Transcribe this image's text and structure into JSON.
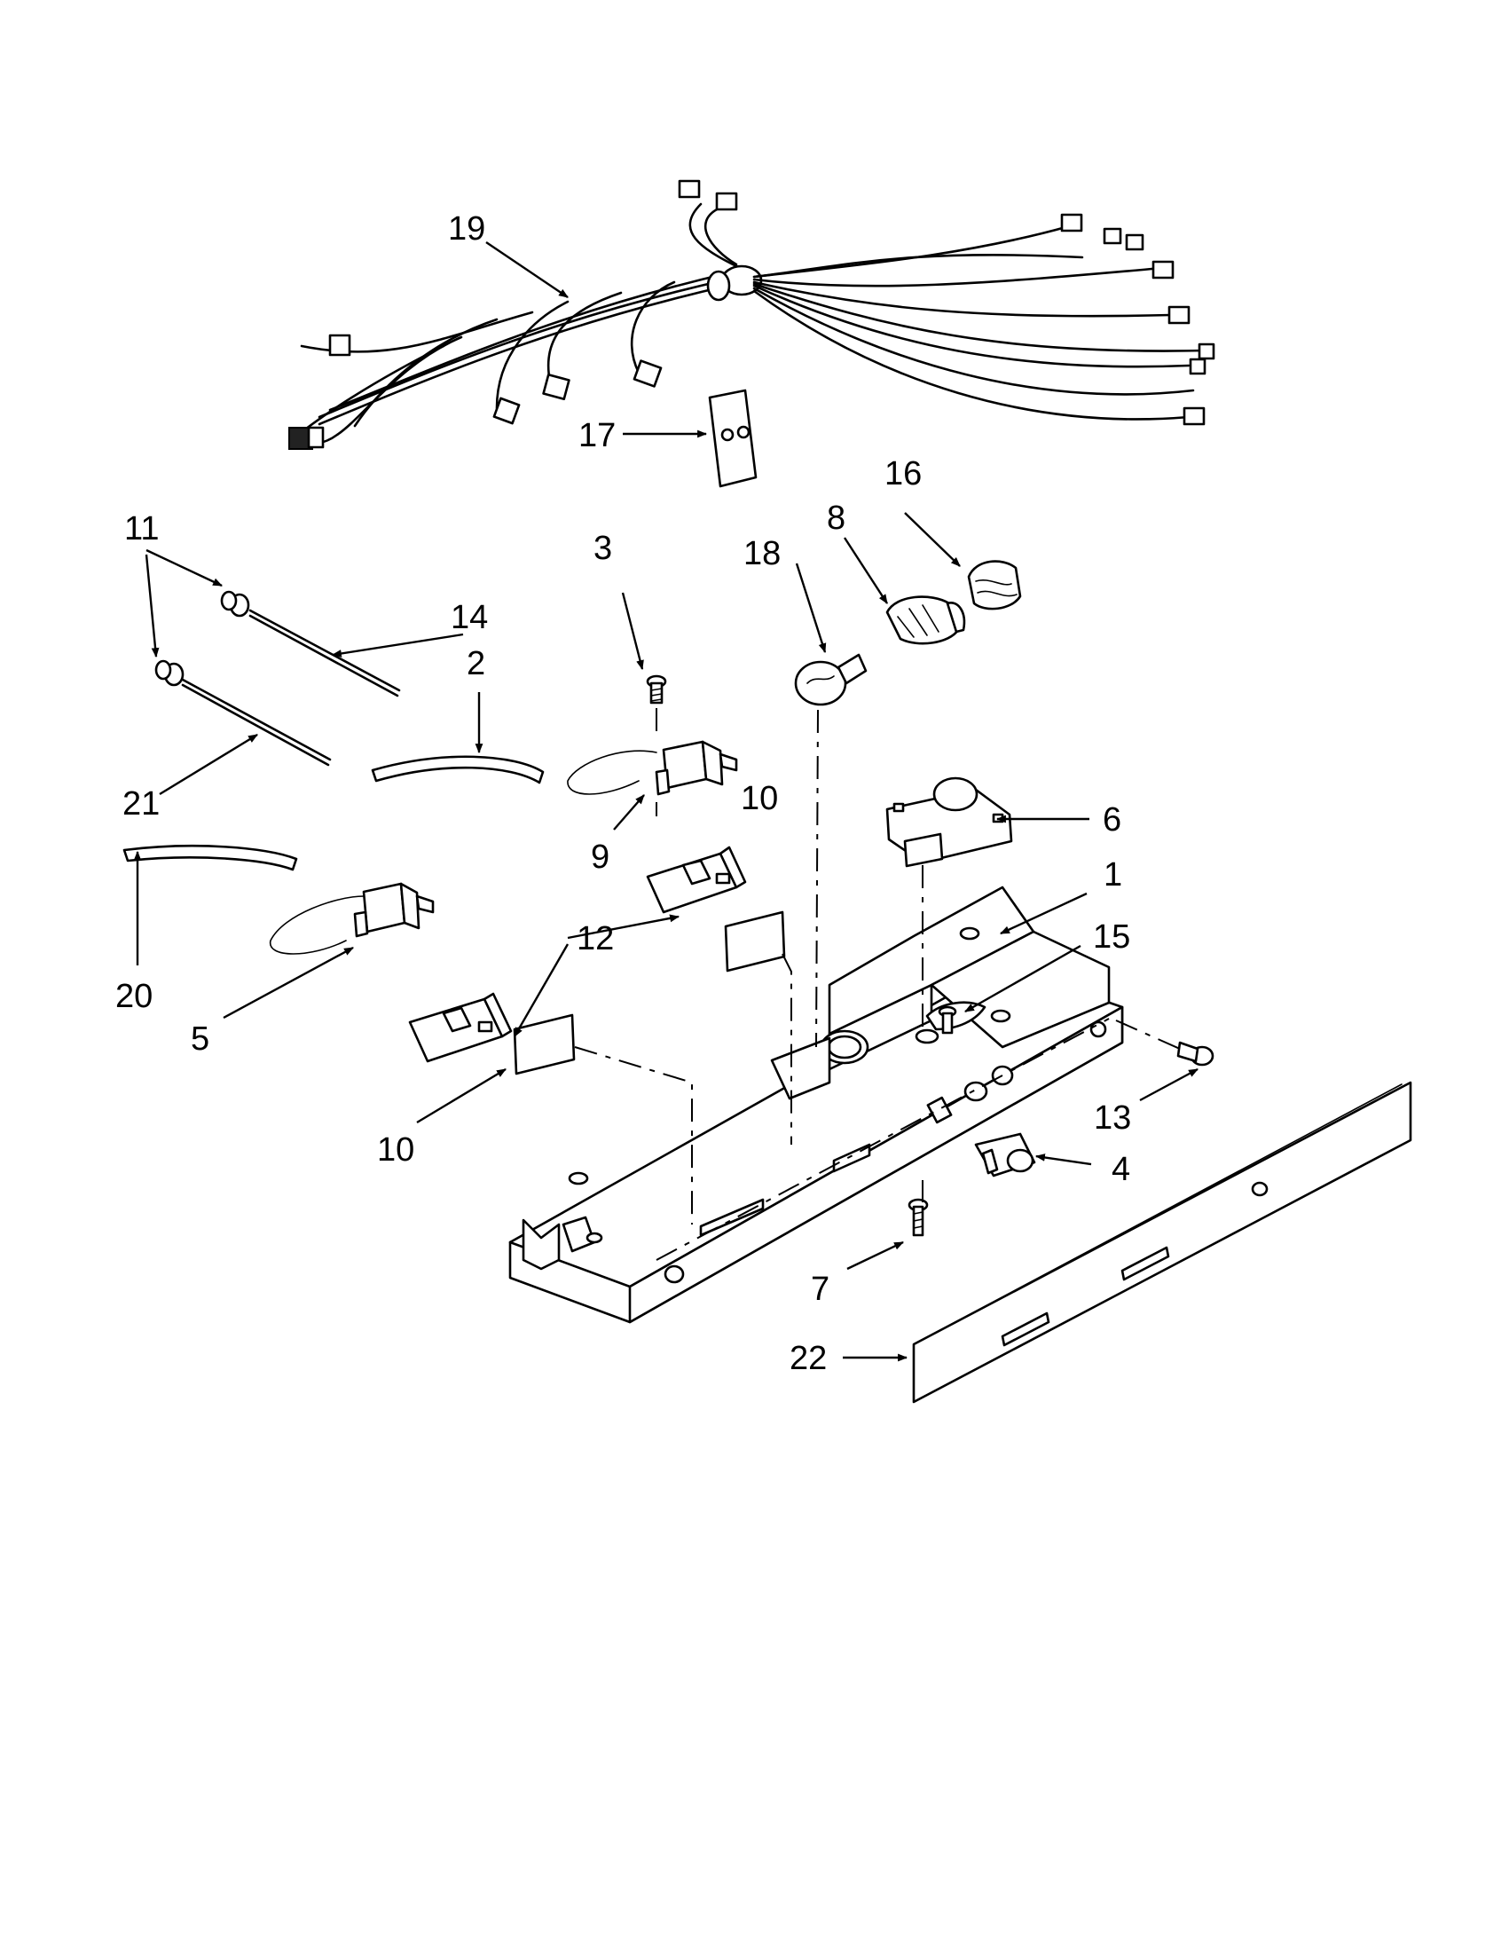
{
  "callouts": {
    "p1": "1",
    "p2": "2",
    "p3": "3",
    "p4": "4",
    "p5": "5",
    "p6": "6",
    "p7": "7",
    "p8": "8",
    "p9": "9",
    "p10a": "10",
    "p10b": "10",
    "p11": "11",
    "p12": "12",
    "p13": "13",
    "p14": "14",
    "p15": "15",
    "p16": "16",
    "p17": "17",
    "p18": "18",
    "p19": "19",
    "p20": "20",
    "p21": "21",
    "p22": "22"
  }
}
